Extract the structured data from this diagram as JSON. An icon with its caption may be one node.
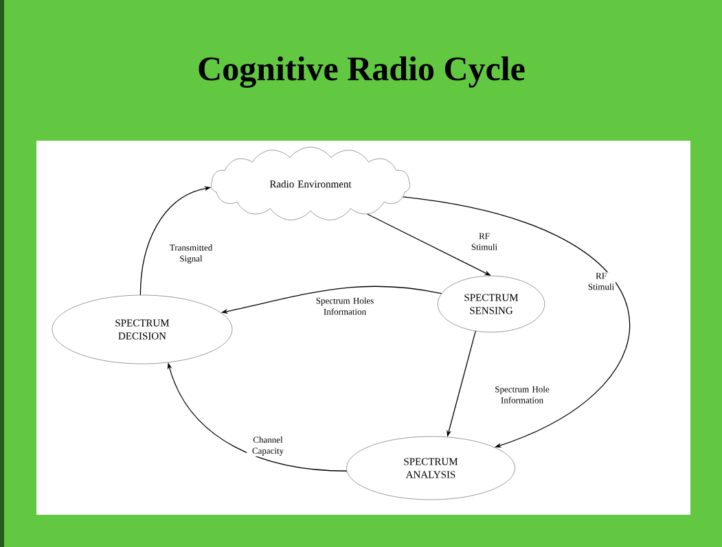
{
  "diagram": {
    "title": "Cognitive Radio Cycle",
    "nodes": [
      {
        "text": [
          "Radio Environment"
        ]
      },
      {
        "text": [
          "SPECTRUM SENSING"
        ]
      },
      {
        "text": [
          "SPECTRUM DECISION"
        ]
      },
      {
        "text": [
          "SPECTRUM ANALYSIS"
        ]
      }
    ],
    "edges": [
      {
        "from": 0,
        "to": 1,
        "arrow": "to",
        "label": "RF Stimuli"
      },
      {
        "from": 0,
        "to": 3,
        "arrow": "to",
        "label": "RF Stimuli"
      },
      {
        "from": 1,
        "to": 2,
        "arrow": "to",
        "label": "Spectrum Holes Information"
      },
      {
        "from": 1,
        "to": 3,
        "arrow": "to",
        "label": "Spectrum Hole Information"
      },
      {
        "from": 3,
        "to": 2,
        "arrow": "to",
        "label": "Channel Capacity"
      },
      {
        "from": 2,
        "to": 0,
        "arrow": "to",
        "label": "Transmitted Signal"
      }
    ]
  }
}
